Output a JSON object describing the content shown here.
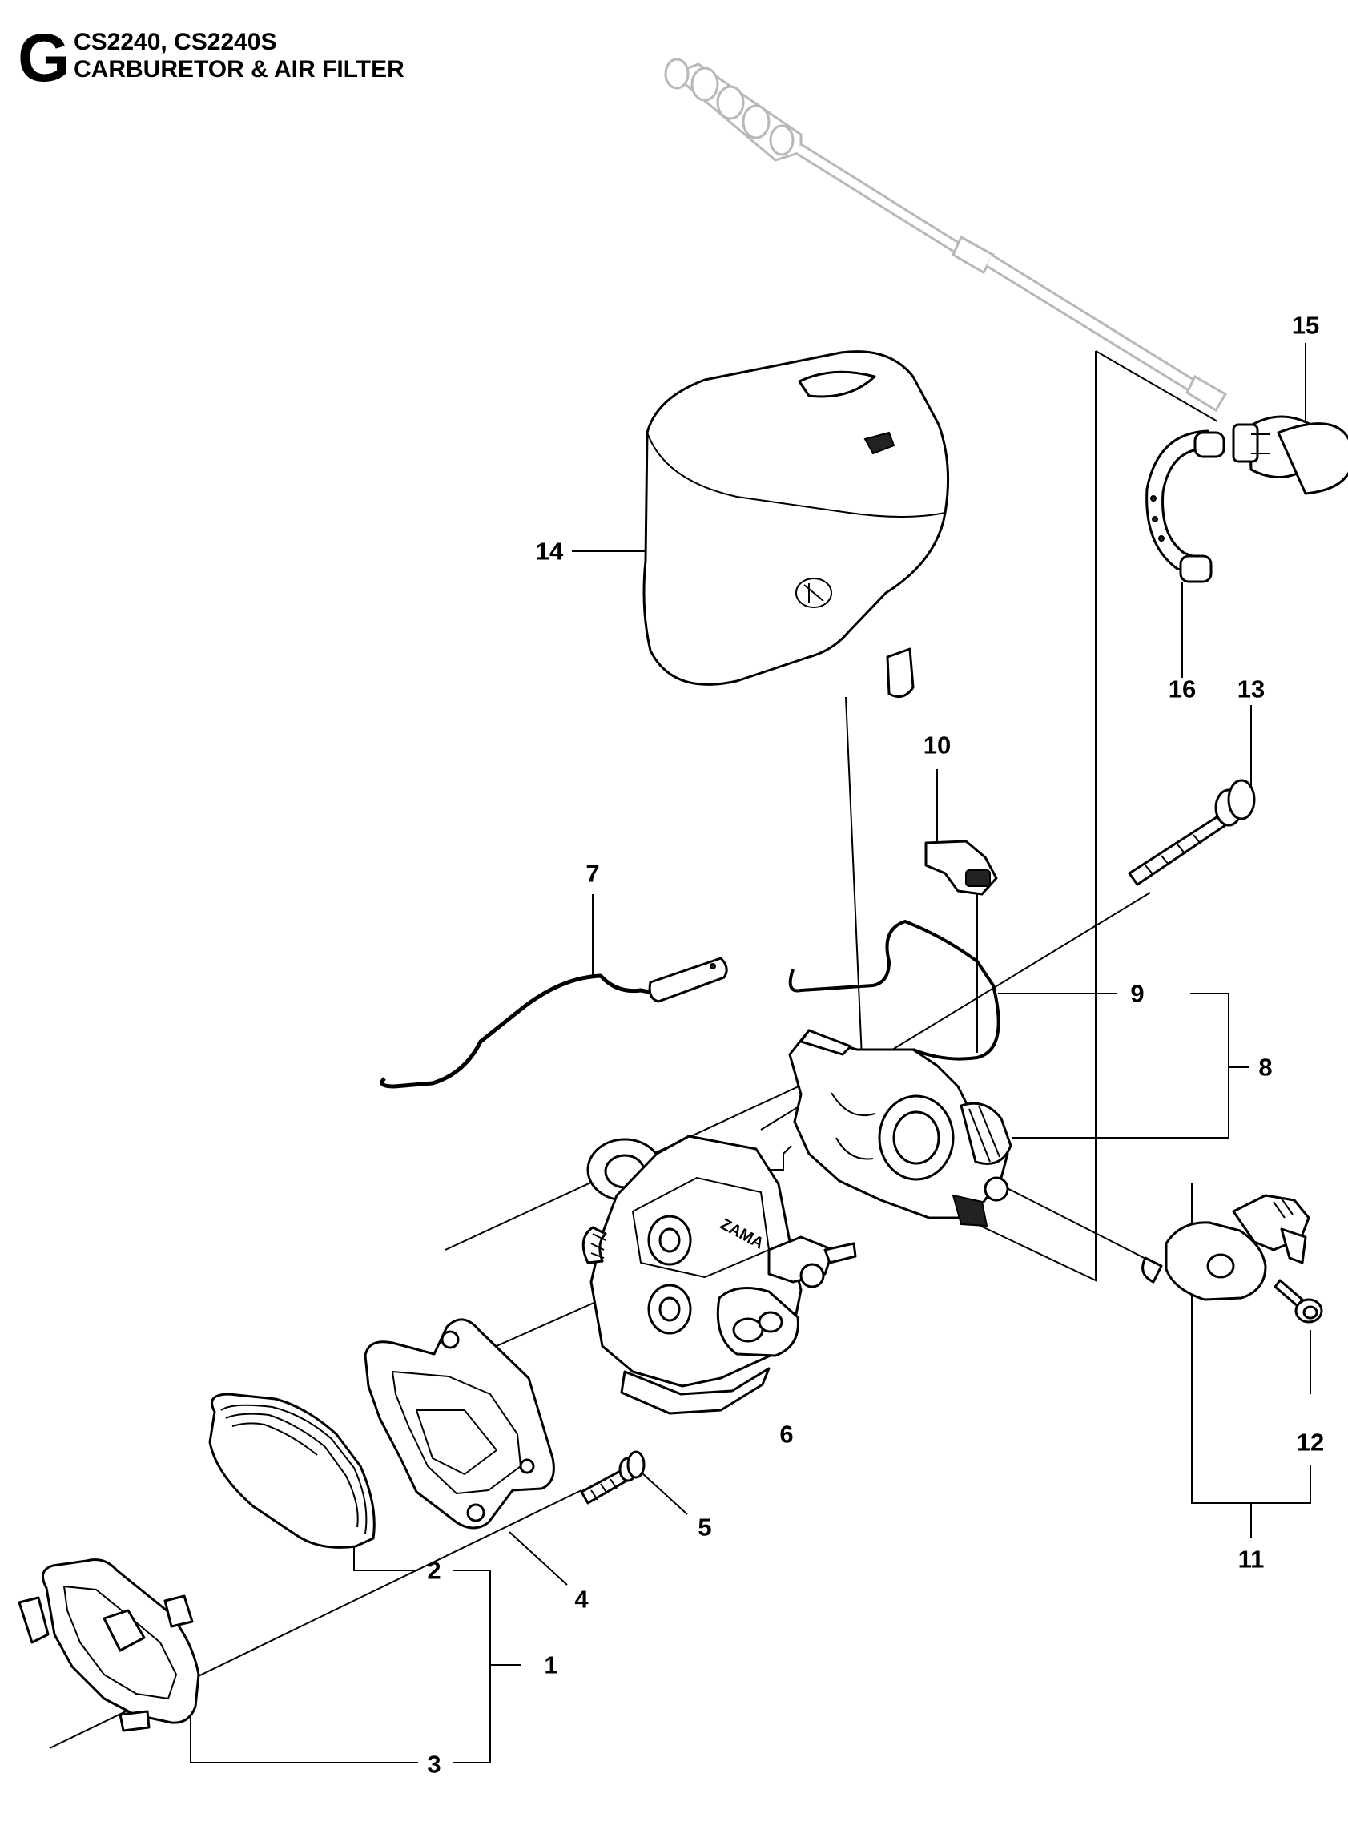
{
  "header": {
    "section_letter": "G",
    "models": "CS2240, CS2240S",
    "section_title": "CARBURETOR & AIR FILTER"
  },
  "callouts": [
    {
      "id": "1",
      "label": "1"
    },
    {
      "id": "2",
      "label": "2"
    },
    {
      "id": "3",
      "label": "3"
    },
    {
      "id": "4",
      "label": "4"
    },
    {
      "id": "5",
      "label": "5"
    },
    {
      "id": "6",
      "label": "6"
    },
    {
      "id": "7",
      "label": "7"
    },
    {
      "id": "8",
      "label": "8"
    },
    {
      "id": "9",
      "label": "9"
    },
    {
      "id": "10",
      "label": "10"
    },
    {
      "id": "11",
      "label": "11"
    },
    {
      "id": "12",
      "label": "12"
    },
    {
      "id": "13",
      "label": "13"
    },
    {
      "id": "14",
      "label": "14"
    },
    {
      "id": "15",
      "label": "15"
    },
    {
      "id": "16",
      "label": "16"
    }
  ],
  "carburetor_brand": "ZAMA"
}
